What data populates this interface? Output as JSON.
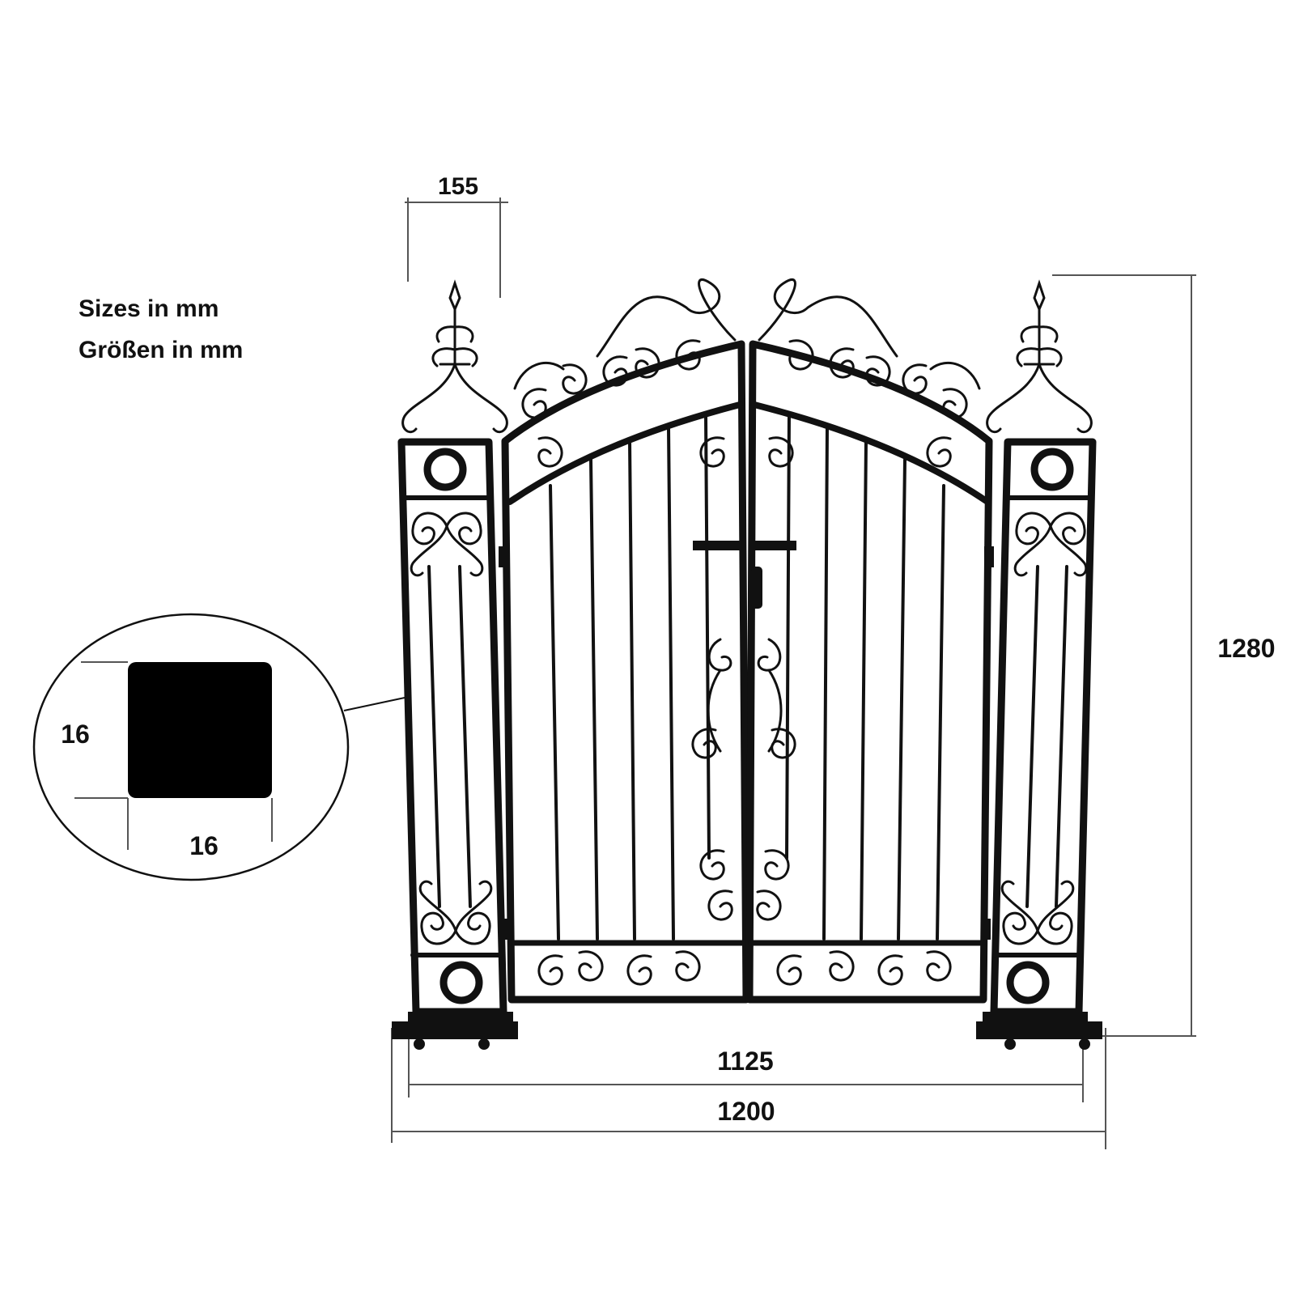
{
  "notes": {
    "line1": "Sizes in mm",
    "line2": "Größen in mm"
  },
  "dimensions": {
    "post_width": "155",
    "height": "1280",
    "inner_width": "1125",
    "outer_width": "1200"
  },
  "profile": {
    "height": "16",
    "width": "16"
  }
}
